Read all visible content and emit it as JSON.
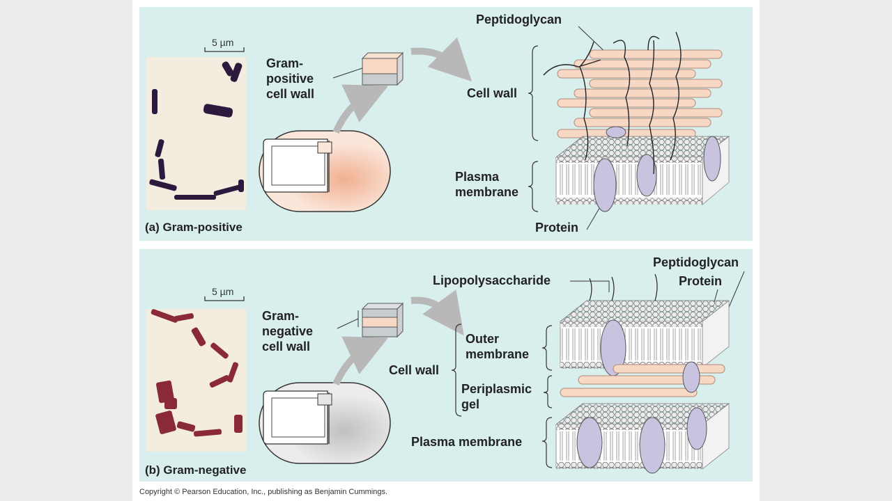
{
  "panel_a": {
    "caption": "(a) Gram-positive",
    "scale": "5 µm",
    "wall_line1": "Gram-",
    "wall_line2": "positive",
    "wall_line3": "cell wall",
    "peptidoglycan": "Peptidoglycan",
    "cell_wall": "Cell wall",
    "plasma_line1": "Plasma",
    "plasma_line2": "membrane",
    "protein": "Protein"
  },
  "panel_b": {
    "caption": "(b) Gram-negative",
    "scale": "5 µm",
    "wall_line1": "Gram-",
    "wall_line2": "negative",
    "wall_line3": "cell wall",
    "lps": "Lipopolysaccharide",
    "peptidoglycan": "Peptidoglycan",
    "protein": "Protein",
    "cell_wall": "Cell wall",
    "outer_line1": "Outer",
    "outer_line2": "membrane",
    "peri_line1": "Periplasmic",
    "peri_line2": "gel",
    "plasma": "Plasma membrane"
  },
  "copyright": "Copyright © Pearson Education, Inc., publishing as Benjamin Cummings.",
  "colors": {
    "panel_bg": "#d9efed",
    "rod_fill": "#f7d8c4",
    "rod_stroke": "#b08878",
    "protein": "#c8c3de",
    "head": "#e9e9e9",
    "gram_pos_stain": "#2b1a3d",
    "gram_neg_stain": "#8a2a36"
  }
}
